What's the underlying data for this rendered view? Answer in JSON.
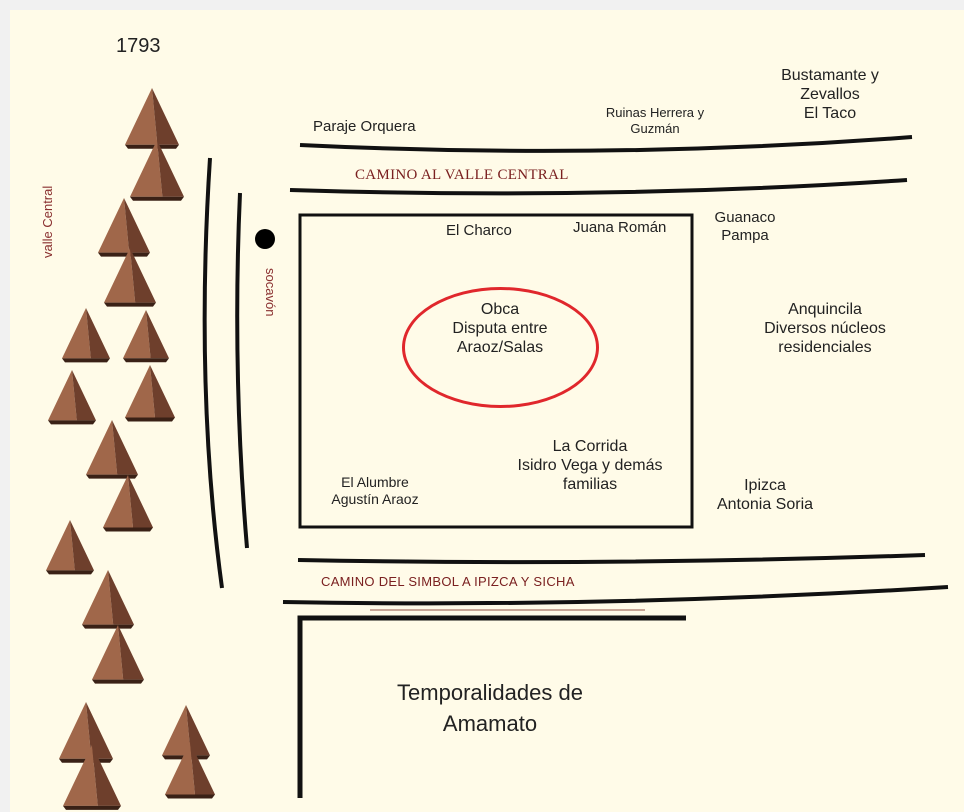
{
  "map": {
    "year": "1793",
    "vertical_labels": {
      "valle": "valle Central",
      "socavon": "socavón"
    },
    "roads": {
      "top": "CAMINO AL VALLE CENTRAL",
      "bottom": "CAMINO DEL SIMBOL A IPIZCA Y SICHA"
    },
    "places": {
      "paraje": "Paraje Orquera",
      "ruinas": [
        "Ruinas Herrera y",
        "Guzmán"
      ],
      "bustamante": [
        "Bustamante y",
        "Zevallos",
        "El Taco"
      ],
      "el_charco": "El Charco",
      "juana": "Juana Román",
      "guanaco": [
        "Guanaco",
        "Pampa"
      ],
      "obca": [
        "Obca",
        "Disputa entre",
        "Araoz/Salas"
      ],
      "anquincila": [
        "Anquincila",
        "Diversos núcleos",
        "residenciales"
      ],
      "la_corrida": [
        "La Corrida",
        "Isidro Vega y demás",
        "familias"
      ],
      "alumbre": [
        "El Alumbre",
        "Agustín Araoz"
      ],
      "ipizca": [
        "Ipizca",
        "Antonia Soria"
      ],
      "temporalidades": [
        "Temporalidades de",
        "Amamato"
      ]
    },
    "colors": {
      "background": "#fffbe8",
      "road_label": "#7a2020",
      "ellipse": "#e0272c",
      "mountain_light": "#a0674a",
      "mountain_dark": "#6e3f2c"
    },
    "icons": [
      "mountain-icon",
      "socavon-dot-icon"
    ]
  }
}
